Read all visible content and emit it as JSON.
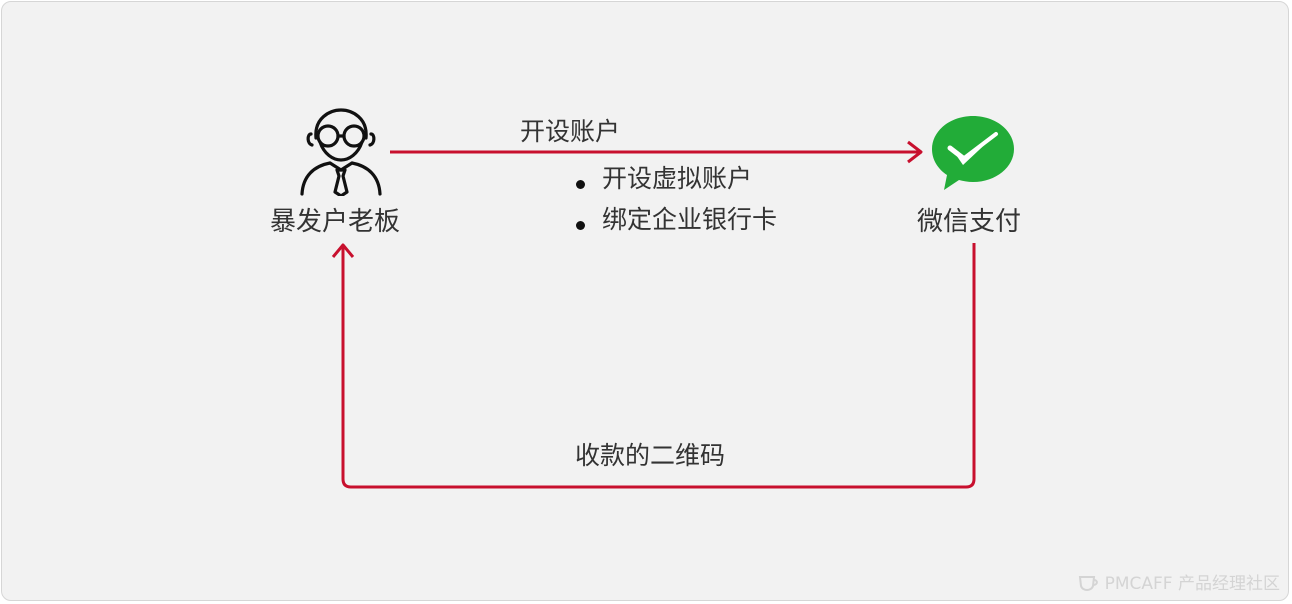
{
  "diagram": {
    "nodes": {
      "boss": {
        "label": "暴发户老板",
        "icon": "businessman-icon"
      },
      "wechat": {
        "label": "微信支付",
        "icon": "wechat-pay-icon"
      }
    },
    "edges": {
      "open_account": {
        "label": "开设账户",
        "from": "boss",
        "to": "wechat",
        "details": [
          "开设虚拟账户",
          "绑定企业银行卡"
        ]
      },
      "qr_code": {
        "label": "收款的二维码",
        "from": "wechat",
        "to": "boss"
      }
    },
    "colors": {
      "arrow": "#c8102e",
      "wechat_green": "#22ac38",
      "background": "#f2f2f2"
    }
  },
  "watermark": {
    "text": "PMCAFF 产品经理社区",
    "icon": "cup-logo-icon"
  }
}
